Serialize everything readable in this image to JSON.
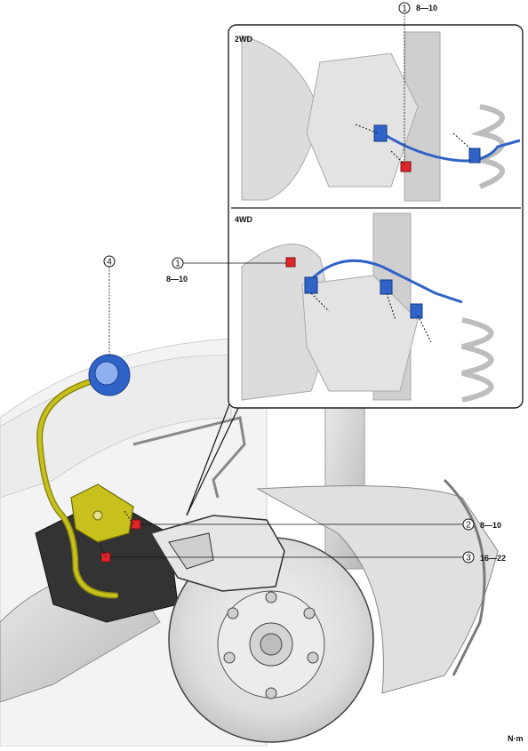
{
  "insets": {
    "top_label": "2WD",
    "bottom_label": "4WD"
  },
  "callouts": [
    {
      "number": "1",
      "torque": "8—10"
    },
    {
      "number": "1",
      "torque": "8—10"
    },
    {
      "number": "2",
      "torque": "8—10"
    },
    {
      "number": "3",
      "torque": "16—22"
    },
    {
      "number": "4",
      "torque": ""
    }
  ],
  "units": "N·m",
  "colors": {
    "sensor_cable": "#2f63c8",
    "bolt": "#e0252b",
    "brake_hose": "#c8c01c",
    "part_gray": "#c9c9c9",
    "outline": "#222222"
  }
}
